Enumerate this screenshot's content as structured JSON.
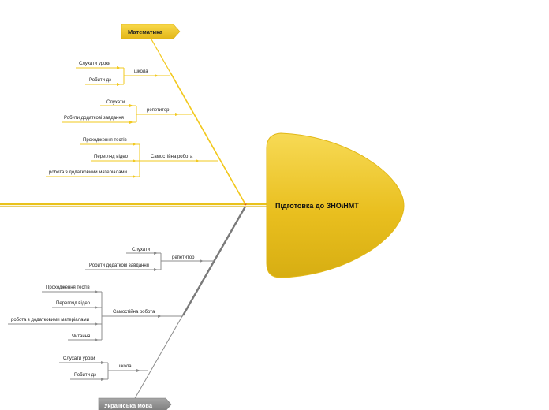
{
  "head": {
    "title": "Підготовка до ЗНО\\НМТ"
  },
  "top": {
    "title": "Математика",
    "groups": [
      {
        "name": "школа",
        "items": [
          "Слухати уроки",
          "Робити дз"
        ]
      },
      {
        "name": "репетитор",
        "items": [
          "Слухати",
          "Робити додаткові завдання"
        ]
      },
      {
        "name": "Самостійна робота",
        "items": [
          "Проходження тестів",
          "Перегляд відео",
          "робота з додатковими матеріалами"
        ]
      }
    ]
  },
  "bottom": {
    "title": "Українська мова",
    "groups": [
      {
        "name": "репетитор",
        "items": [
          "Слухати",
          "Робити додаткові завдання"
        ]
      },
      {
        "name": "Самостійна робота",
        "items": [
          "Проходження тестів",
          "Перегляд відео",
          "робота з додатковими матеріалами",
          "Читання"
        ]
      },
      {
        "name": "школа",
        "items": [
          "Слухати уроки",
          "Робити дз"
        ]
      }
    ]
  },
  "colors": {
    "yellow": "#F2C81E",
    "yellow_dark": "#D4AE12",
    "gray": "#8C8C8C",
    "gray_dark": "#6E6E6E"
  }
}
